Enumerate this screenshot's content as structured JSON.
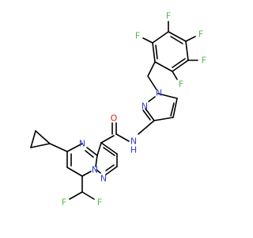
{
  "colors": {
    "carbon_bond": "#000000",
    "nitrogen": "#2f3fd6",
    "oxygen": "#e01e1e",
    "fluorine": "#4fbf46",
    "background": "#ffffff"
  },
  "atoms": {
    "f_top": "F",
    "f_upper_left": "F",
    "f_upper_right": "F",
    "f_right": "F",
    "f_left": "F",
    "f_lower_right": "F",
    "n_pyrazole_1": "N",
    "n_pyrazole_2": "N",
    "o_carbonyl": "O",
    "n_amide": "N",
    "h_amide": "H",
    "n_pyrimidine_4": "N",
    "n_pyrimidine_bridge": "N",
    "n_pyrazolo_1": "N",
    "f_chf2_left": "F",
    "f_chf2_right": "F"
  }
}
